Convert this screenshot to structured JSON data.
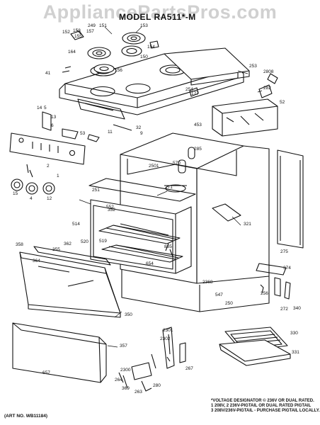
{
  "watermark": "AppliancePartsPros.com",
  "model": "MODEL RA511*-M",
  "note": {
    "line1": "*VOLTAGE DESIGNATOR © 236V OR DUAL RATED.",
    "line2": "1 208V, 2 236V-PIGTAIL OR DUAL RATED PIGTAIL",
    "line3": "3 208V/236V-PIGTAIL - PURCHASE PIGTAIL LOCALLY."
  },
  "art_no": "(ART NO. WB11184)",
  "callouts": [
    {
      "id": "c-249",
      "text": "249"
    },
    {
      "id": "c-151",
      "text": "151"
    },
    {
      "id": "c-157",
      "text": "157"
    },
    {
      "id": "c-158",
      "text": "158"
    },
    {
      "id": "c-155",
      "text": "155"
    },
    {
      "id": "c-152",
      "text": "152"
    },
    {
      "id": "c-153",
      "text": "153"
    },
    {
      "id": "c-154",
      "text": "154"
    },
    {
      "id": "c-164",
      "text": "164"
    },
    {
      "id": "c-150",
      "text": "150"
    },
    {
      "id": "c-41",
      "text": "41"
    },
    {
      "id": "c-156",
      "text": "156"
    },
    {
      "id": "c-14",
      "text": "14"
    },
    {
      "id": "c-5",
      "text": "5"
    },
    {
      "id": "c-13",
      "text": "13"
    },
    {
      "id": "c-6",
      "text": "6"
    },
    {
      "id": "c-53",
      "text": "53"
    },
    {
      "id": "c-11",
      "text": "11"
    },
    {
      "id": "c-32",
      "text": "32"
    },
    {
      "id": "c-9",
      "text": "9"
    },
    {
      "id": "c-453",
      "text": "453"
    },
    {
      "id": "c-253",
      "text": "253"
    },
    {
      "id": "c-2808",
      "text": "2808"
    },
    {
      "id": "c-254",
      "text": "254"
    },
    {
      "id": "c-177",
      "text": "177"
    },
    {
      "id": "c-282",
      "text": "282"
    },
    {
      "id": "c-52",
      "text": "52"
    },
    {
      "id": "c-2",
      "text": "2"
    },
    {
      "id": "c-1",
      "text": "1"
    },
    {
      "id": "c-15",
      "text": "15"
    },
    {
      "id": "c-4",
      "text": "4"
    },
    {
      "id": "c-12",
      "text": "12"
    },
    {
      "id": "c-285",
      "text": "285"
    },
    {
      "id": "c-2501",
      "text": "2501"
    },
    {
      "id": "c-570",
      "text": "570"
    },
    {
      "id": "c-271",
      "text": "271"
    },
    {
      "id": "c-251",
      "text": "251"
    },
    {
      "id": "c-352",
      "text": "352"
    },
    {
      "id": "c-552",
      "text": "552"
    },
    {
      "id": "c-514",
      "text": "514"
    },
    {
      "id": "c-520",
      "text": "520"
    },
    {
      "id": "c-519",
      "text": "519"
    },
    {
      "id": "c-321",
      "text": "321"
    },
    {
      "id": "c-275",
      "text": "275"
    },
    {
      "id": "c-358",
      "text": "358"
    },
    {
      "id": "c-362",
      "text": "362"
    },
    {
      "id": "c-364",
      "text": "364"
    },
    {
      "id": "c-355",
      "text": "355"
    },
    {
      "id": "c-865",
      "text": "865"
    },
    {
      "id": "c-654",
      "text": "654"
    },
    {
      "id": "c-374",
      "text": "374"
    },
    {
      "id": "c-2368",
      "text": "2368"
    },
    {
      "id": "c-547",
      "text": "547"
    },
    {
      "id": "c-256",
      "text": "256"
    },
    {
      "id": "c-272",
      "text": "272"
    },
    {
      "id": "c-340",
      "text": "340"
    },
    {
      "id": "c-250",
      "text": "250"
    },
    {
      "id": "c-350",
      "text": "350"
    },
    {
      "id": "c-2301",
      "text": "2301"
    },
    {
      "id": "c-2302",
      "text": "2302"
    },
    {
      "id": "c-357",
      "text": "357"
    },
    {
      "id": "c-330",
      "text": "330"
    },
    {
      "id": "c-331",
      "text": "331"
    },
    {
      "id": "c-267",
      "text": "267"
    },
    {
      "id": "c-2300",
      "text": "2300"
    },
    {
      "id": "c-264",
      "text": "264"
    },
    {
      "id": "c-263",
      "text": "263"
    },
    {
      "id": "c-280",
      "text": "280"
    },
    {
      "id": "c-369",
      "text": "369"
    },
    {
      "id": "c-657",
      "text": "657"
    }
  ]
}
